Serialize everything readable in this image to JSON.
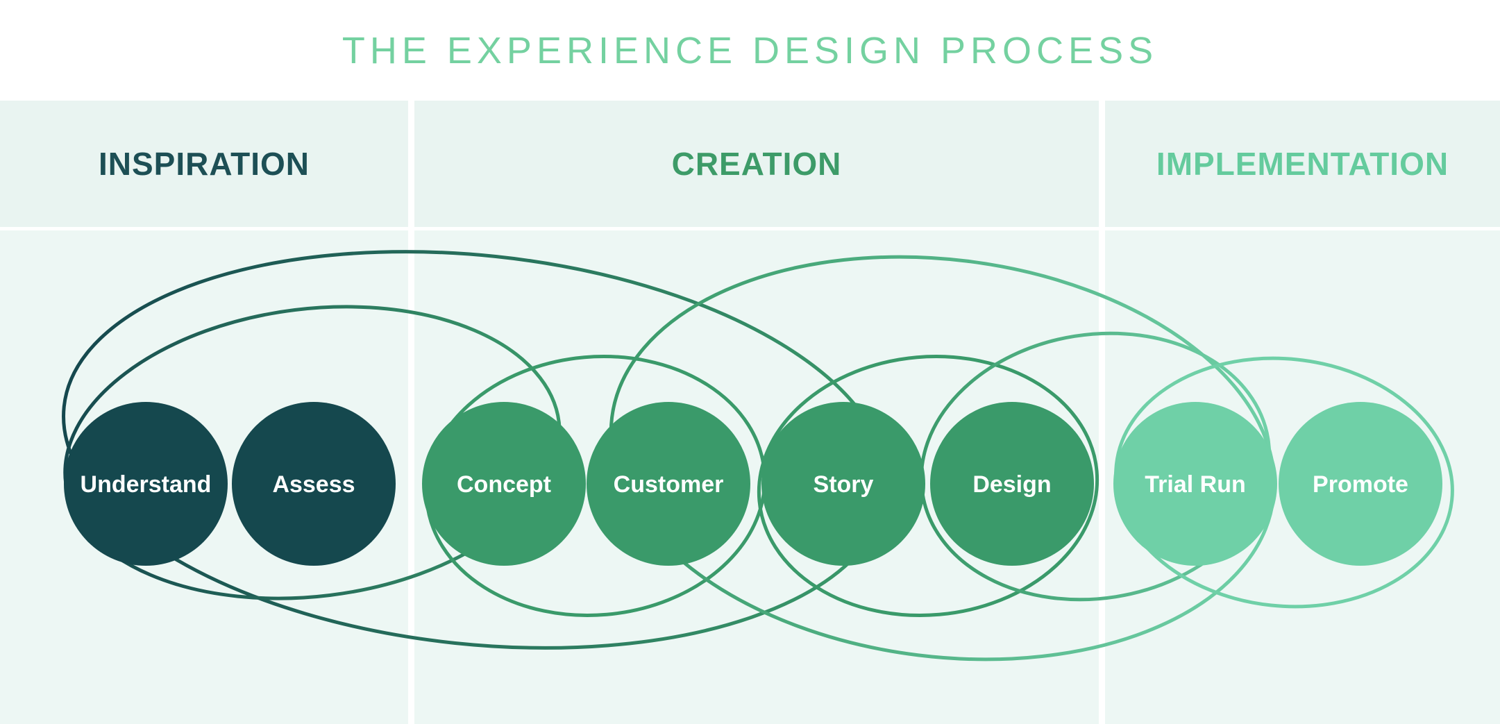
{
  "title": "THE EXPERIENCE DESIGN PROCESS",
  "phases": [
    {
      "id": "inspiration",
      "label": "INSPIRATION"
    },
    {
      "id": "creation",
      "label": "CREATION"
    },
    {
      "id": "implementation",
      "label": "IMPLEMENTATION"
    }
  ],
  "steps": [
    {
      "label": "Understand",
      "phase": "inspiration"
    },
    {
      "label": "Assess",
      "phase": "inspiration"
    },
    {
      "label": "Concept",
      "phase": "creation"
    },
    {
      "label": "Customer",
      "phase": "creation"
    },
    {
      "label": "Story",
      "phase": "creation"
    },
    {
      "label": "Design",
      "phase": "creation"
    },
    {
      "label": "Trial Run",
      "phase": "implementation"
    },
    {
      "label": "Promote",
      "phase": "implementation"
    }
  ],
  "colors": {
    "inspiration": "#15484e",
    "creation": "#3a9a6a",
    "implementation": "#6fd0a7",
    "inspiration_label": "#1d4f55",
    "creation_label": "#3d9b68",
    "implementation_label": "#64cb9d",
    "title_text": "#74d1a0",
    "circle_text": "#ffffff",
    "band": "#e9f4f1",
    "main_area": "#edf7f4",
    "page": "#ffffff",
    "divider": "#ffffff"
  }
}
